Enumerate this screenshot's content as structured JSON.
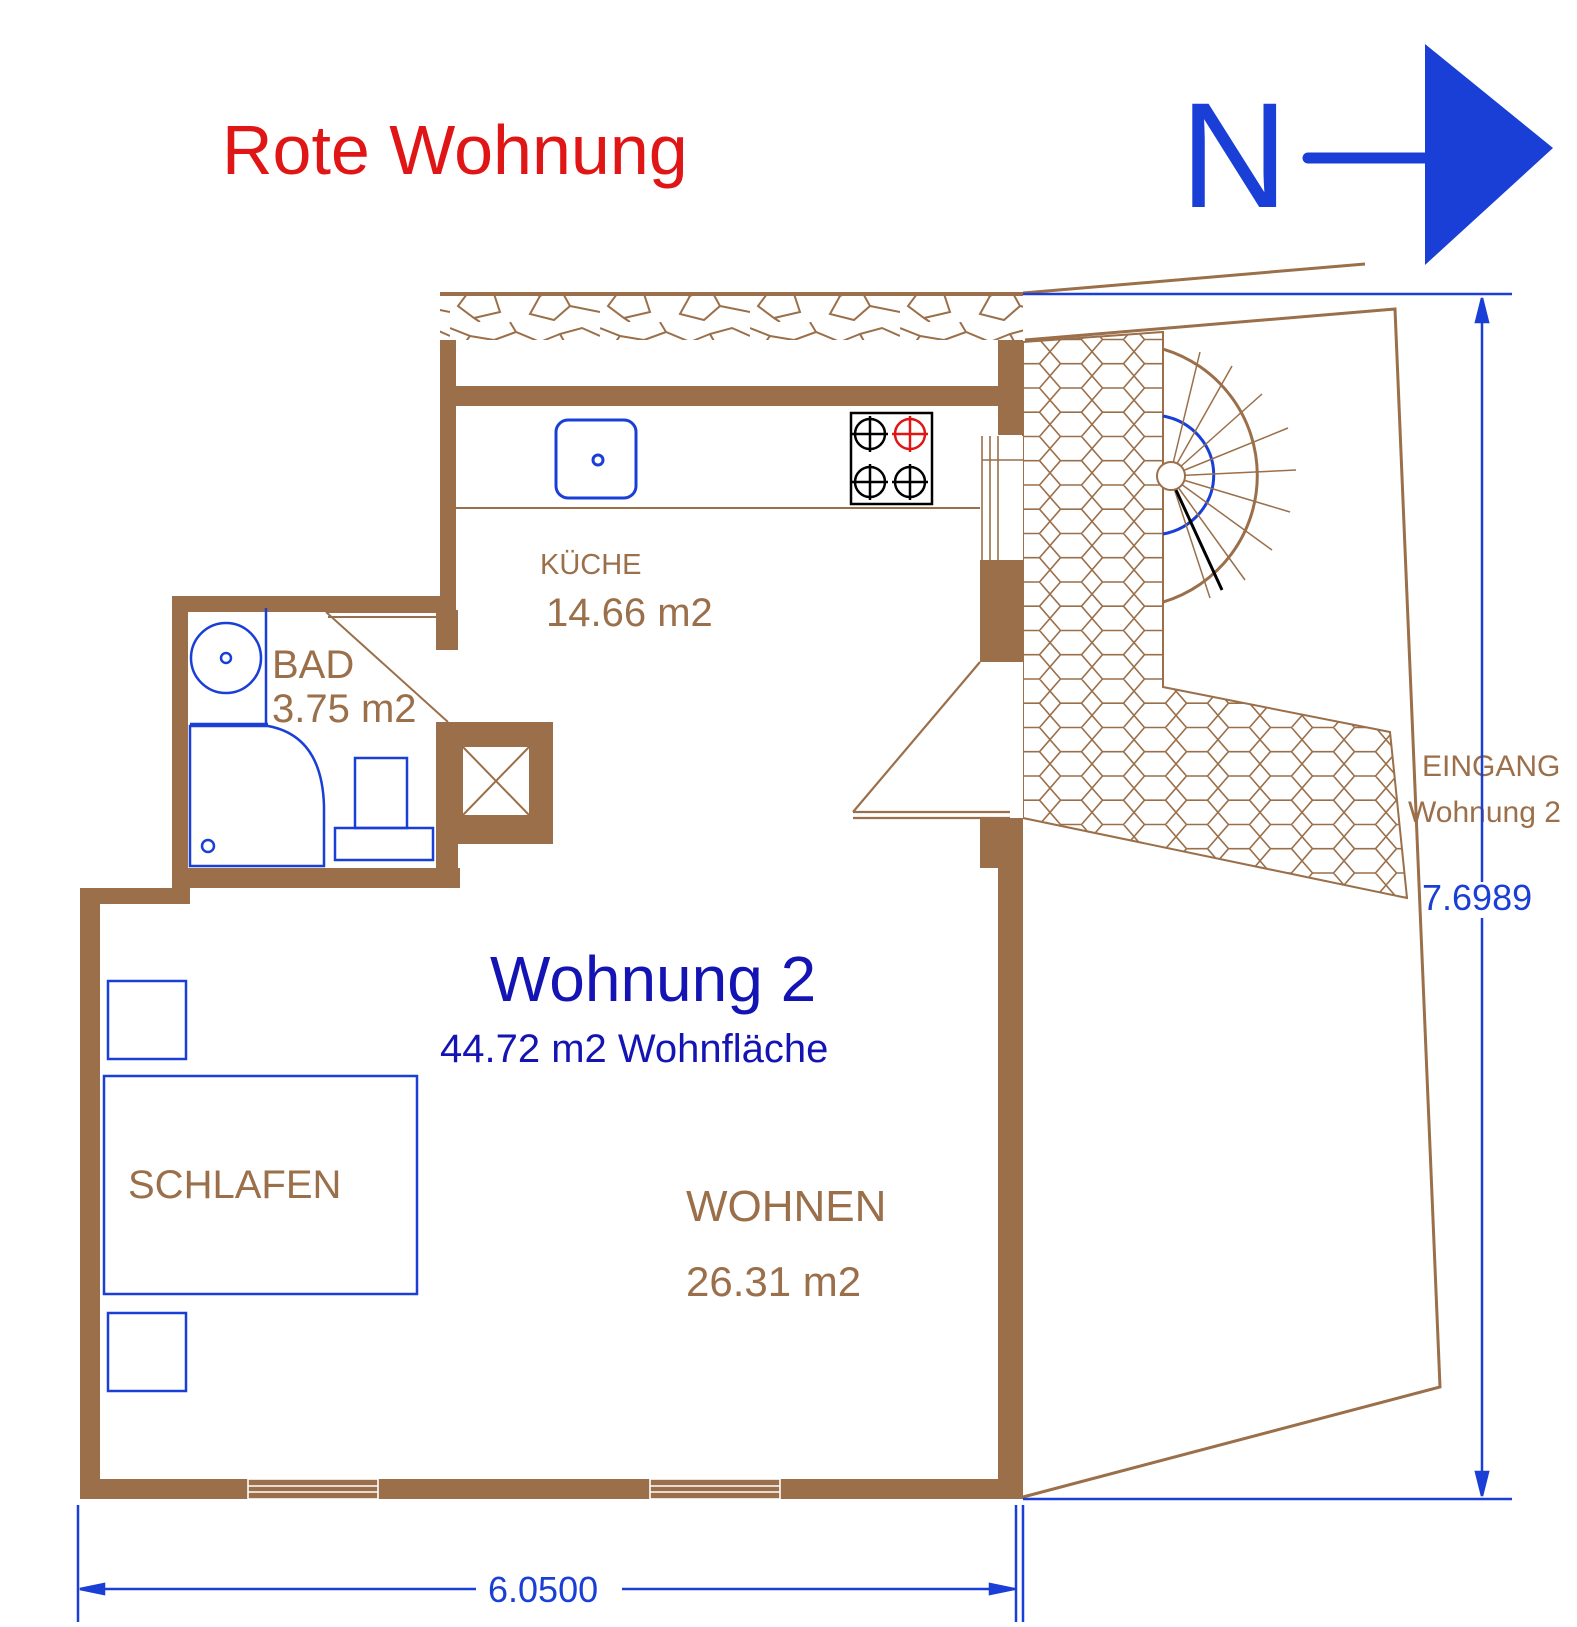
{
  "title": "Rote Wohnung",
  "compass": {
    "letter": "N"
  },
  "apartment": {
    "name": "Wohnung 2",
    "area": "44.72 m2 Wohnfläche"
  },
  "rooms": {
    "kueche": {
      "name": "KÜCHE",
      "area": "14.66 m2"
    },
    "bad": {
      "name": "BAD",
      "area": "3.75 m2"
    },
    "schlafen": {
      "name": "SCHLAFEN"
    },
    "wohnen": {
      "name": "WOHNEN",
      "area": "26.31 m2"
    }
  },
  "entrance": {
    "line1": "EINGANG",
    "line2": "Wohnung 2"
  },
  "dimensions": {
    "width": "6.0500",
    "height": "7.6989"
  },
  "colors": {
    "wall": "#9a6f4a",
    "blue": "#1a3fd6",
    "title_red": "#e01515",
    "navy": "#1414b4"
  }
}
